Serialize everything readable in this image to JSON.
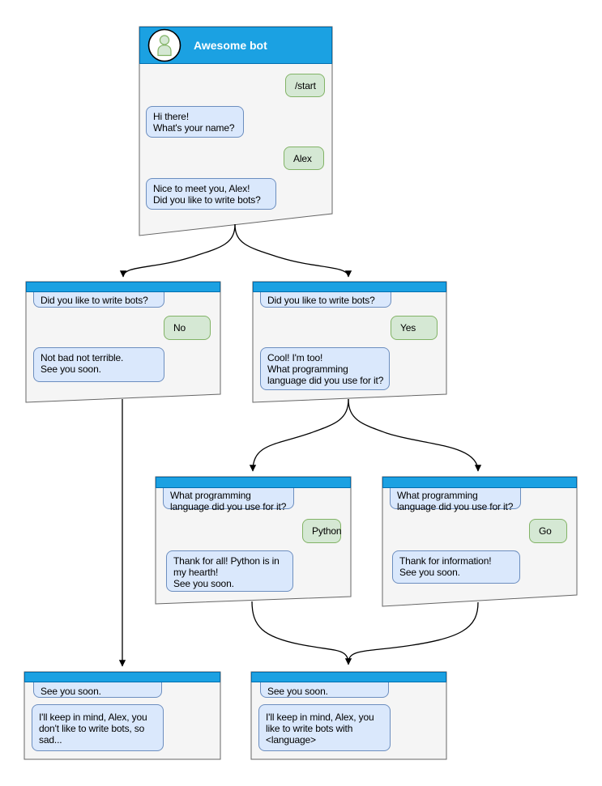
{
  "colors": {
    "header_blue": "#1BA1E2",
    "header_blue_border": "#006EAF",
    "node_background": "#F5F5F5",
    "node_border": "#666666",
    "bot_bubble_fill": "#DAE8FC",
    "bot_bubble_border": "#6C8EBF",
    "user_bubble_fill": "#D5E8D4",
    "user_bubble_border": "#82B366",
    "edge_color": "#000000"
  },
  "diagram": {
    "nodes": {
      "main": {
        "title": "Awesome bot",
        "avatar_icon": "person-icon",
        "messages": [
          {
            "from": "user",
            "text": "/start"
          },
          {
            "from": "bot",
            "text": "Hi there!\nWhat's your name?"
          },
          {
            "from": "user",
            "text": "Alex"
          },
          {
            "from": "bot",
            "text": "Nice to meet you, Alex!\nDid you like to write bots?"
          }
        ]
      },
      "no_branch": {
        "messages": [
          {
            "from": "bot",
            "text": "Did you like to write bots?"
          },
          {
            "from": "user",
            "text": "No"
          },
          {
            "from": "bot",
            "text": "Not bad not terrible.\nSee you soon."
          }
        ]
      },
      "yes_branch": {
        "messages": [
          {
            "from": "bot",
            "text": "Did you like to write bots?"
          },
          {
            "from": "user",
            "text": "Yes"
          },
          {
            "from": "bot",
            "text": "Cool! I'm too!\nWhat programming\nlanguage did you use for it?"
          }
        ]
      },
      "python_branch": {
        "messages": [
          {
            "from": "bot",
            "text": "What programming\nlanguage did you use for it?"
          },
          {
            "from": "user",
            "text": "Python"
          },
          {
            "from": "bot",
            "text": "Thank for all! Python is in\nmy hearth!\nSee you soon."
          }
        ]
      },
      "go_branch": {
        "messages": [
          {
            "from": "bot",
            "text": "What programming\nlanguage did you use for it?"
          },
          {
            "from": "user",
            "text": "Go"
          },
          {
            "from": "bot",
            "text": "Thank for information!\nSee you soon."
          }
        ]
      },
      "end_no": {
        "messages": [
          {
            "from": "bot",
            "text": "See you soon."
          },
          {
            "from": "bot",
            "text": "I'll keep in mind, Alex, you\ndon't like to write bots, so\nsad..."
          }
        ]
      },
      "end_yes": {
        "messages": [
          {
            "from": "bot",
            "text": "See you soon."
          },
          {
            "from": "bot",
            "text": "I'll keep in mind, Alex, you\nlike to write bots with\n<language>"
          }
        ]
      }
    }
  }
}
